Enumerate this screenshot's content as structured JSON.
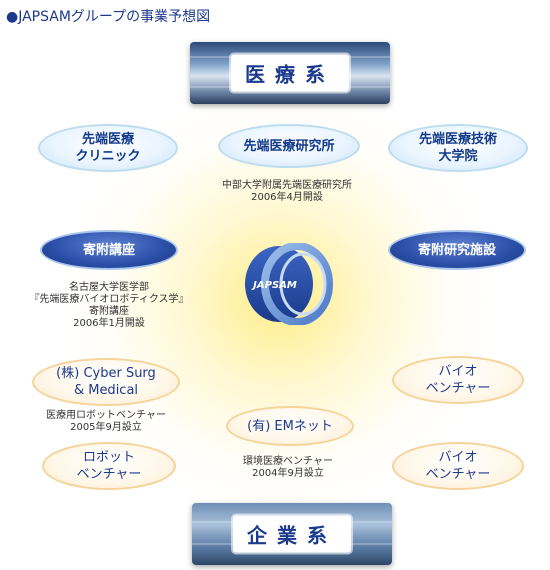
{
  "page_title": "●JAPSAMグループの事業予想図",
  "medical": {
    "label": "医療系"
  },
  "enterprise": {
    "label": "企業系"
  },
  "logo_text": "JAPSAM",
  "nodes": {
    "clinic": "先端医療\nクリニック",
    "institute": "先端医療研究所",
    "grad_school": "先端医療技術\n大学院",
    "endowed_chair": "寄附講座",
    "endowed_facility": "寄附研究施設",
    "cyber_surg": "(株) Cyber Surg\n& Medical",
    "bio_venture_1": "バイオ\nベンチャー",
    "em_net": "(有) EMネット",
    "robot_venture": "ロボット\nベンチャー",
    "bio_venture_2": "バイオ\nベンチャー"
  },
  "notes": {
    "institute": "中部大学附属先端医療研究所\n2006年4月開設",
    "endowed_chair": "名古屋大学医学部\n『先端医療バイオロボティクス学』\n寄附講座\n2006年1月開設",
    "cyber_surg": "医療用ロボットベンチャー\n2005年9月設立",
    "em_net": "環境医療ベンチャー\n2004年9月設立"
  },
  "colors": {
    "title": "#1b3a8c",
    "blue_node": "#c9e3f6",
    "navy_node": "#2b4fa8",
    "orange_node": "#fde8c8",
    "glow": "#ffec82"
  }
}
